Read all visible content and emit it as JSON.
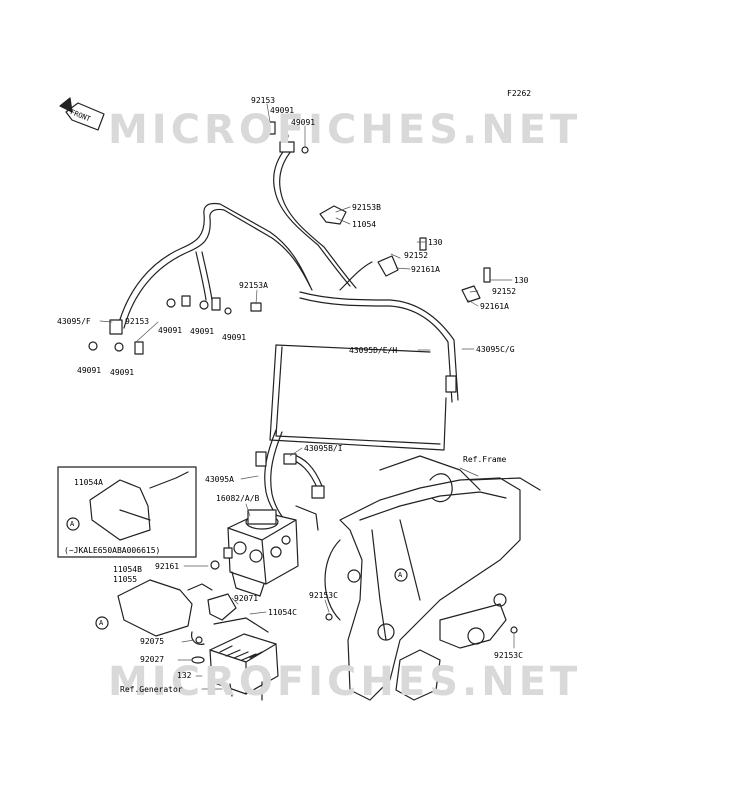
{
  "figure_code": "F2262",
  "front_marker": "FRONT",
  "watermark": "MICROFICHES.NET",
  "inset_note": "(~JKALE650ABA006615)",
  "circle_marker": "A",
  "ref_frame": "Ref.Frame",
  "ref_generator": "Ref.Generator",
  "parts": {
    "p92153_top": "92153",
    "p49091_top1": "49091",
    "p49091_top2": "49091",
    "p92153B": "92153B",
    "p11054_top": "11054",
    "p130_a": "130",
    "p92152_a": "92152",
    "p92161A_a": "92161A",
    "p130_b": "130",
    "p92152_b": "92152",
    "p92161A_b": "92161A",
    "p92153A": "92153A",
    "p43095F": "43095/F",
    "p92153_left": "92153",
    "p49091_l1": "49091",
    "p49091_l2": "49091",
    "p49091_l3": "49091",
    "p49091_l4": "49091",
    "p49091_l5": "49091",
    "p43095DEH": "43095D/E/H",
    "p43095CG": "43095C/G",
    "p43095BI": "43095B/I",
    "p43095A": "43095A",
    "p16082": "16082/A/B",
    "p11054A": "11054A",
    "p11054B": "11054B",
    "p11055": "11055",
    "p92161": "92161",
    "p92071": "92071",
    "p11054C": "11054C",
    "p92153C_a": "92153C",
    "p92153C_b": "92153C",
    "p92075": "92075",
    "p92027": "92027",
    "p132": "132"
  }
}
